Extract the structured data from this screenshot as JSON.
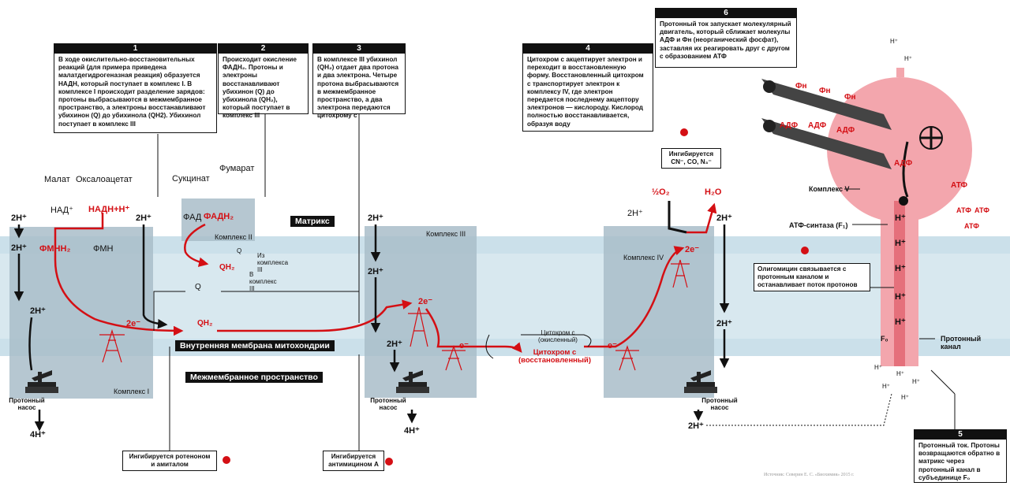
{
  "steps": [
    {
      "num": "1",
      "text": "В ходе окислительно-восстановительных реакций (для примера приведена малатдегидрогеназная реакция) образуется НАДН, который поступает в комплекс I. В комплексе I происходит разделение зарядов: протоны выбрасываются в межмембранное пространство, а электроны восстанавливают убихинон (Q) до убихинола (QH2). Убихинол поступает в комплекс III"
    },
    {
      "num": "2",
      "text": "Происходит окисление ФАДН₂. Протоны и электроны восстанавливают убихинон (Q) до убихинола (QH₂), который поступает в комплекс III"
    },
    {
      "num": "3",
      "text": "В комплексе III убихинол (QH₂) отдает два протона и два электрона. Четыре протона выбрасываются в межмембранное пространство, а два электрона передаются цитохрому с"
    },
    {
      "num": "4",
      "text": "Цитохром с акцептирует электрон и переходит в восстановленную форму. Восстановленный цитохром с транспортирует электрон к комплексу IV, где электрон передается последнему акцептору электронов — кислороду. Кислород полностью восстанавливается, образуя воду"
    },
    {
      "num": "5",
      "text": "Протонный ток. Протоны возвращаются обратно в матрикс через протонный канал в субъединице F₀"
    },
    {
      "num": "6",
      "text": "Протонный ток запускает молекулярный двигатель, который сближает молекулы АДФ и Фн (неорганический фосфат), заставляя их реагировать друг с другом с образованием АТФ"
    }
  ],
  "regions": {
    "matrix": "Матрикс",
    "membrane": "Внутренняя мембрана митохондрии",
    "intermembrane": "Межмембранное пространство"
  },
  "complexes": {
    "c1": "Комплекс I",
    "c2": "Комплекс II",
    "c3": "Комплекс III",
    "c4": "Комплекс IV",
    "c5": "Комплекс V",
    "atp_synthase": "АТФ-синтаза (F₁)",
    "f0": "F₀",
    "proton_channel": "Протонный канал"
  },
  "metabolites": {
    "malate": "Малат",
    "oxaloacetate": "Оксалоацетат",
    "nad": "НАД⁺",
    "nadh": "НАДН+Н⁺",
    "fmnh2": "ФМНН₂",
    "fmn": "ФМН",
    "fumarate": "Фумарат",
    "succinate": "Сукцинат",
    "fad": "ФАД",
    "fadh2": "ФАДН₂",
    "q": "Q",
    "qh2": "QH₂",
    "from_c3": "Из комплекса III",
    "to_c3": "В комплекс III",
    "cyt_ox": "Цитохром с (окисленный)",
    "cyt_red": "Цитохром с (восстановленный)",
    "o2": "½O₂",
    "h2o": "H₂O",
    "adp": "АДФ",
    "pi": "Фн",
    "atp": "АТФ"
  },
  "particles": {
    "two_h": "2H⁺",
    "four_h": "4H⁺",
    "two_e": "2e⁻",
    "e": "e⁻",
    "h": "H⁺"
  },
  "pump": "Протонный насос",
  "inhibitors": {
    "rotenone": "Ингибируется ротеноном и амиталом",
    "antimycin": "Ингибируется антимицином А",
    "cyanide": "Ингибируется CN⁻, CO, N₃⁻",
    "oligomycin": "Олигомицин связывается с протонным каналом и останавливает поток протонов"
  },
  "source": "Источник: Северин Е. С. «Биохимия» 2015 г.",
  "colors": {
    "red": "#d40f14",
    "membrane": "#cfe3ec",
    "complex": "#9fb4c2",
    "pink": "#f3a6ad",
    "pinkDark": "#e5707b"
  }
}
